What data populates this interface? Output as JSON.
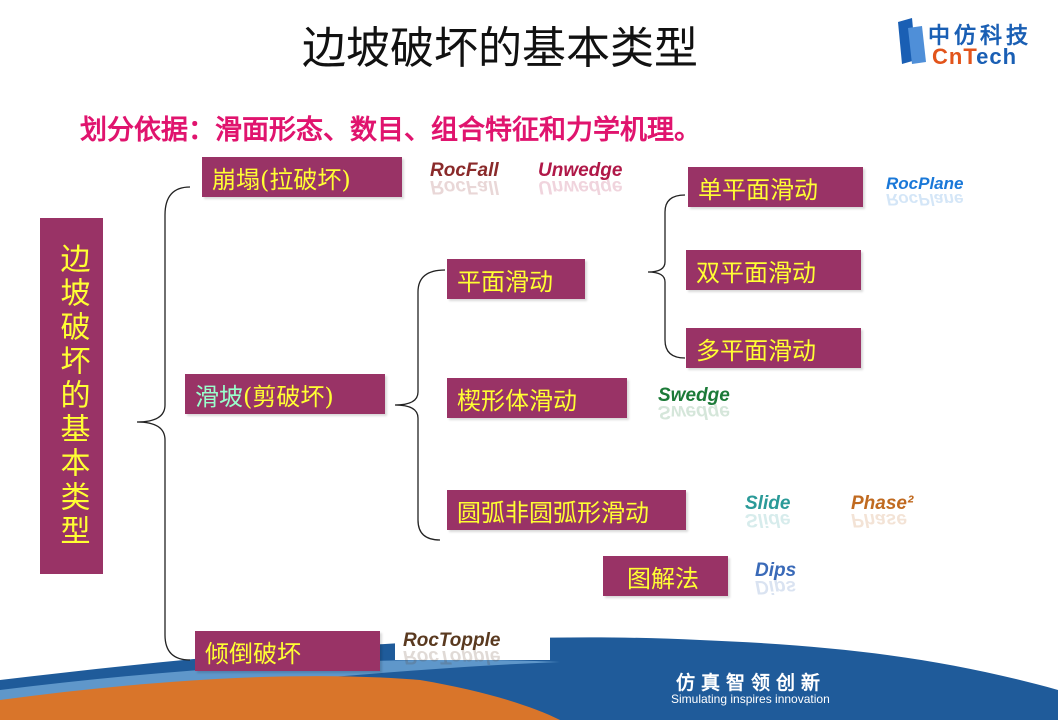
{
  "title": "边坡破坏的基本类型",
  "subtitle": "划分依据：滑面形态、数目、组合特征和力学机理。",
  "company": {
    "cn": "中仿科技",
    "en_a": "Cn",
    "en_b": "T",
    "en_c": "ech"
  },
  "root": "边坡破坏的基本类型",
  "nodes": {
    "collapse": "崩塌(拉破坏)",
    "landslide_a": "滑坡",
    "landslide_b": "(剪破坏)",
    "topple": "倾倒破坏",
    "plane": "平面滑动",
    "wedge": "楔形体滑动",
    "circular": "圆弧非圆弧形滑动",
    "graphic": "图解法",
    "single": "单平面滑动",
    "double": "双平面滑动",
    "multi": "多平面滑动"
  },
  "software": {
    "rocfall": "RocFall",
    "unwedge": "Unwedge",
    "rocplane": "RocPlane",
    "swedge": "Swedge",
    "slide": "Slide",
    "phase": "Phase²",
    "dips": "Dips",
    "roctopple": "RocTopple"
  },
  "footer": {
    "slogan": "仿真智领创新",
    "slogan_en": "Simulating inspires innovation"
  }
}
